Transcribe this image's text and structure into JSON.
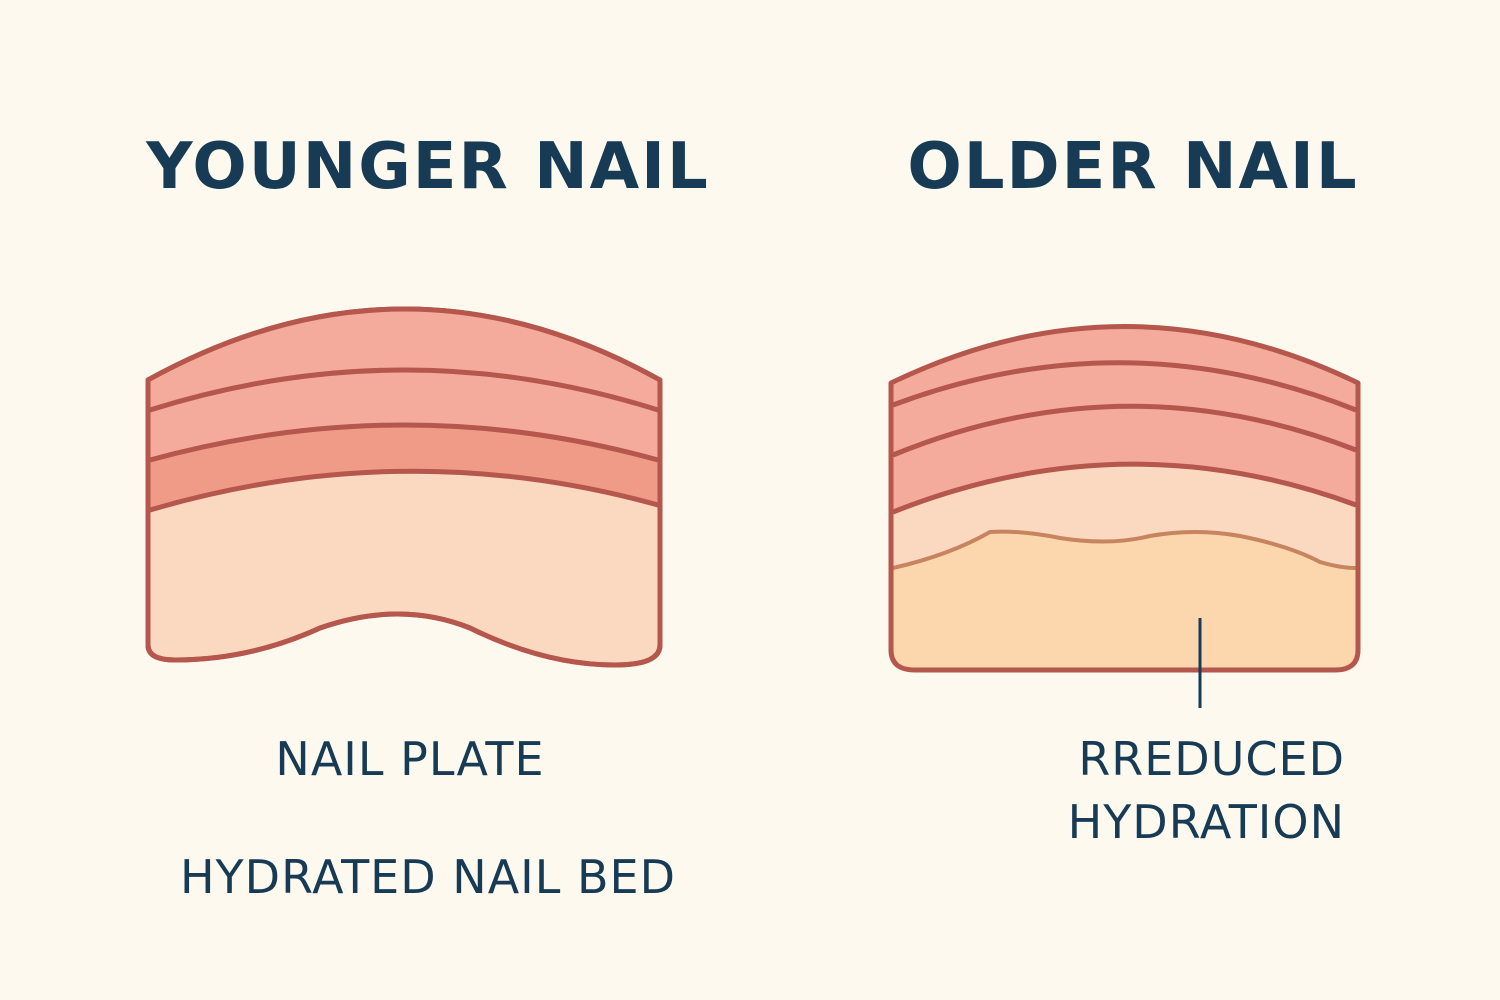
{
  "colors": {
    "background": "#fdf9ef",
    "text": "#173a55",
    "outline": "#b5574c",
    "plate_layer": "#f4ab9c",
    "plate_layer_dark": "#f09a88",
    "nail_bed": "#fbd8c0",
    "dry_bed": "#fcd7ae",
    "wave_line": "#c6845f"
  },
  "panels": {
    "younger": {
      "title": "YOUNGER NAIL",
      "labels": [
        "NAIL PLATE",
        "HYDRATED NAIL BED"
      ]
    },
    "older": {
      "title": "OLDER NAIL",
      "labels": [
        "RREDUCED",
        "HYDRATION"
      ]
    }
  }
}
